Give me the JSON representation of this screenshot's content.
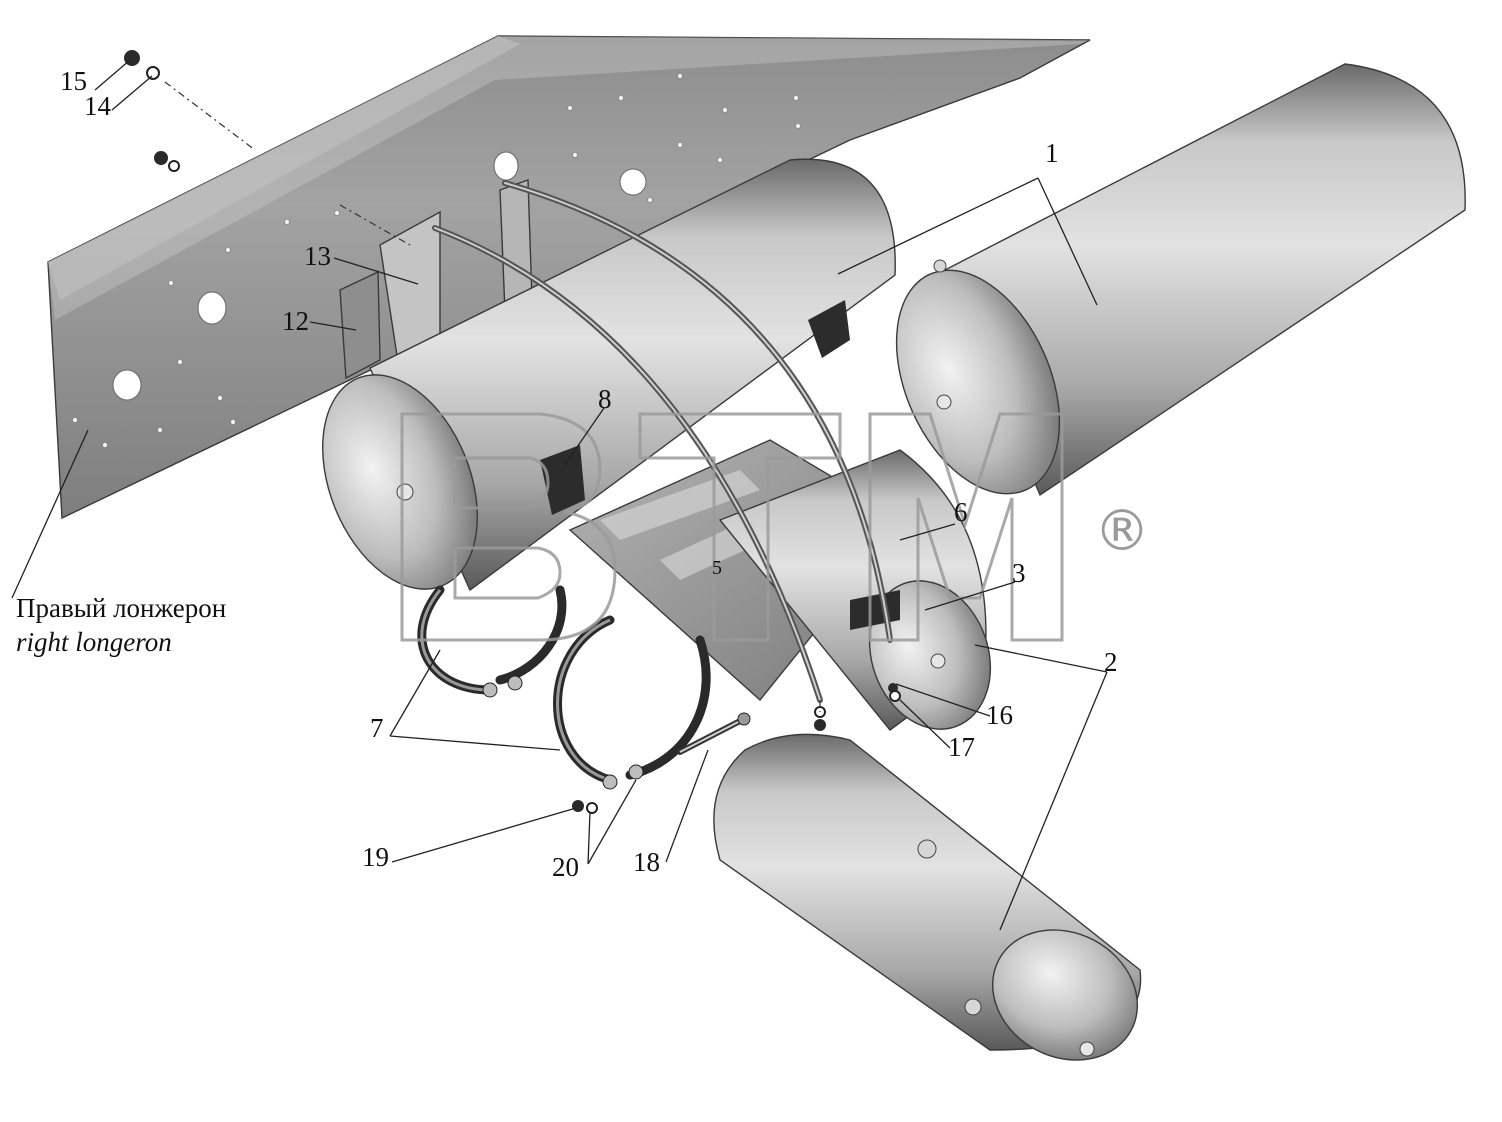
{
  "diagram": {
    "callouts": [
      {
        "id": "c1a",
        "text": "1"
      },
      {
        "id": "c2",
        "text": "2"
      },
      {
        "id": "c3",
        "text": "3"
      },
      {
        "id": "c5",
        "text": "5"
      },
      {
        "id": "c6",
        "text": "6"
      },
      {
        "id": "c7",
        "text": "7"
      },
      {
        "id": "c8",
        "text": "8"
      },
      {
        "id": "c12",
        "text": "12"
      },
      {
        "id": "c13",
        "text": "13"
      },
      {
        "id": "c14",
        "text": "14"
      },
      {
        "id": "c15",
        "text": "15"
      },
      {
        "id": "c16",
        "text": "16"
      },
      {
        "id": "c17",
        "text": "17"
      },
      {
        "id": "c18",
        "text": "18"
      },
      {
        "id": "c19",
        "text": "19"
      },
      {
        "id": "c20",
        "text": "20"
      }
    ],
    "longeron_label_ru": "Правый лонжерон",
    "longeron_label_en": "right longeron",
    "watermark": "BTM",
    "watermark_mark": "®"
  },
  "colors": {
    "frame": "#9b9b9b",
    "frame_dark": "#6f6f6f",
    "tank_light": "#dcdcdc",
    "tank_dark": "#5e5e5e",
    "strap": "#2a2a2a",
    "watermark": "#9a9a9a"
  },
  "icons": [
    "air-receiver-tank",
    "chassis-longeron",
    "mounting-strap",
    "bolt",
    "nut",
    "washer",
    "mounting-bracket"
  ]
}
